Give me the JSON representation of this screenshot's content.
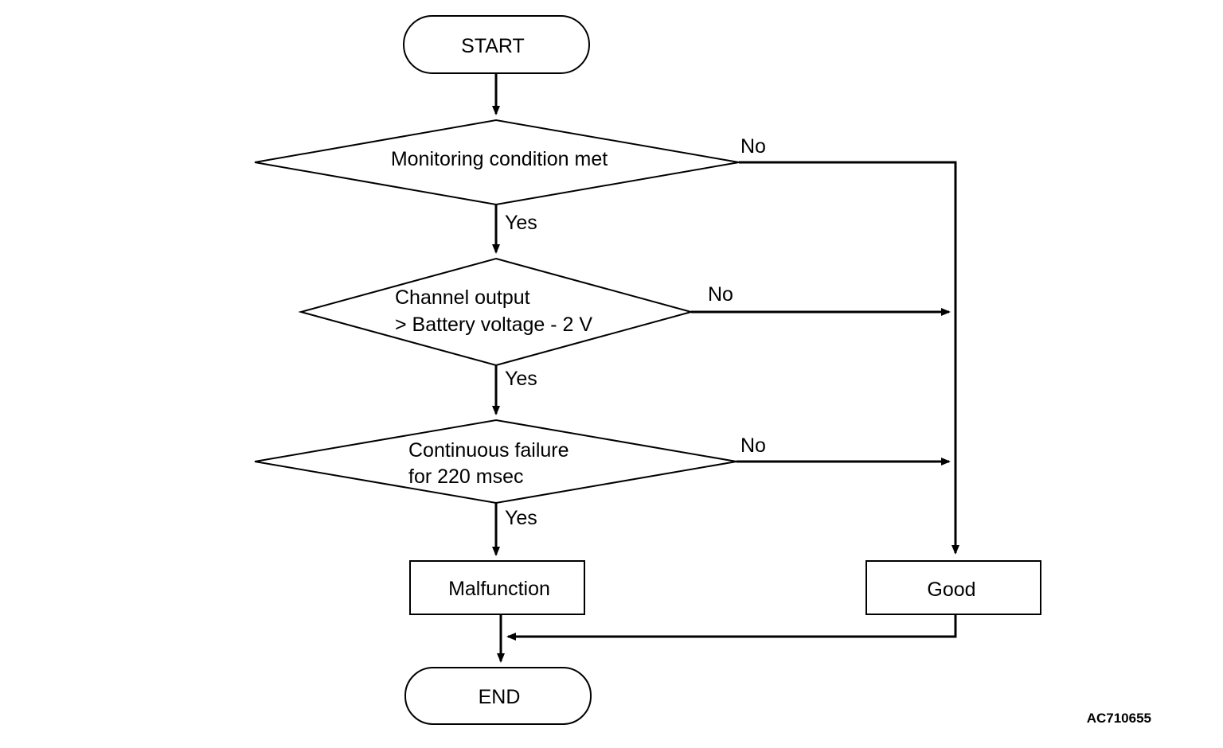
{
  "flowchart": {
    "start": "START",
    "end": "END",
    "decision_1": "Monitoring condition met",
    "decision_2": {
      "line1": "Channel output",
      "line2": "> Battery voltage - 2 V"
    },
    "decision_3": {
      "line1": "Continuous failure",
      "line2": "for 220 msec"
    },
    "malfunction": "Malfunction",
    "good": "Good",
    "yes_label": "Yes",
    "no_label": "No"
  },
  "figure_code": "AC710655",
  "colors": {
    "stroke": "#000000",
    "fill": "#ffffff"
  }
}
